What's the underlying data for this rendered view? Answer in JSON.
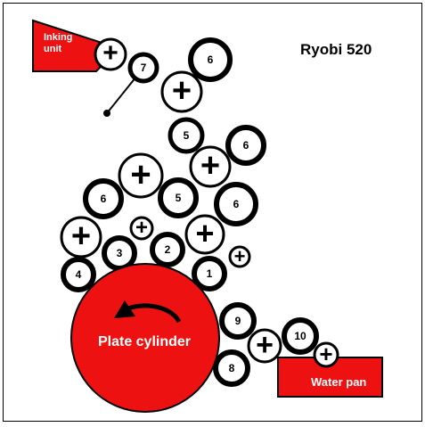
{
  "title": "Ryobi 520",
  "colors": {
    "red": "#ee1111",
    "black": "#000000",
    "white": "#ffffff"
  },
  "labels": {
    "inking_line1": "Inking",
    "inking_line2": "unit",
    "plate": "Plate cylinder",
    "water_pan": "Water pan"
  },
  "rollers": {
    "r1": "1",
    "r2": "2",
    "r3": "3",
    "r4": "4",
    "r5a": "5",
    "r5b": "5",
    "r6a": "6",
    "r6b": "6",
    "r6c": "6",
    "r6d": "6",
    "r7": "7",
    "r8": "8",
    "r9": "9",
    "r10": "10"
  },
  "oscillator_symbol": "+"
}
